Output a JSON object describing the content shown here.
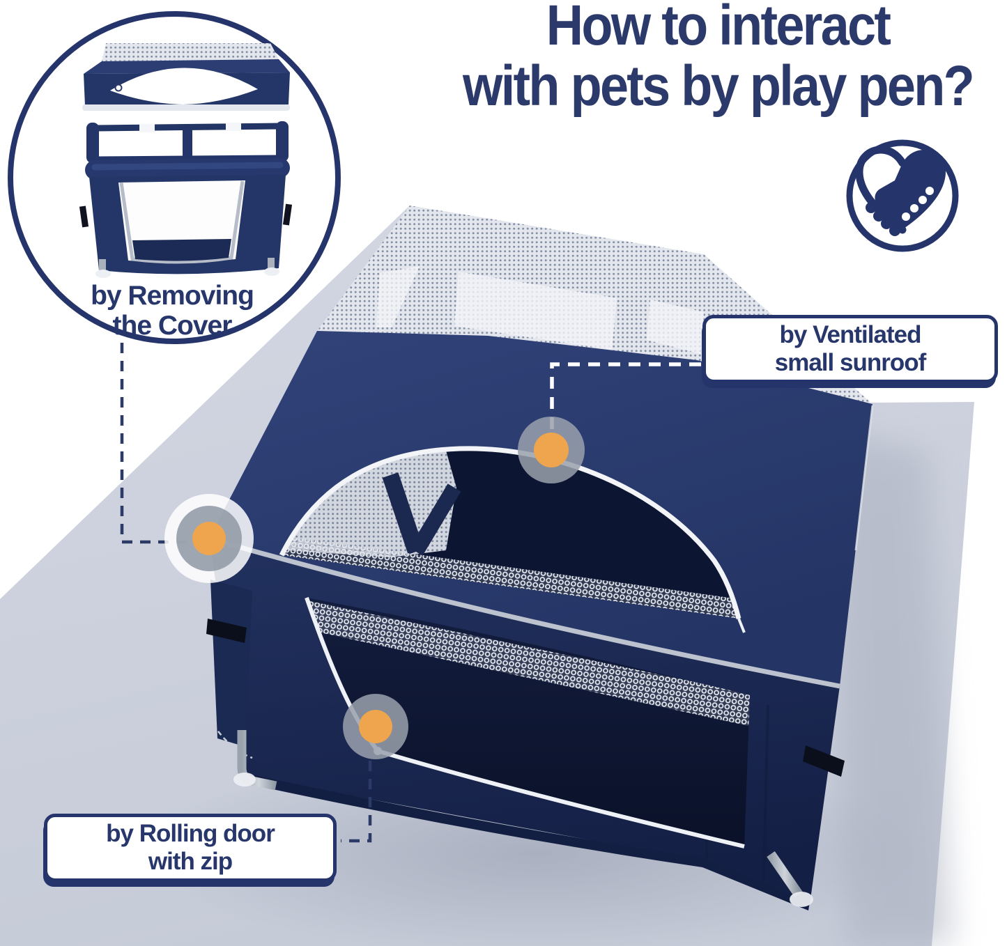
{
  "title": {
    "line1": "How to interact",
    "line2": "with pets by play pen?"
  },
  "inset": {
    "caption_line1": "by Removing",
    "caption_line2": "the Cover"
  },
  "callouts": {
    "sunroof": {
      "line1": "by Ventilated",
      "line2": "small sunroof"
    },
    "door": {
      "line1": "by Rolling door",
      "line2": "with zip"
    }
  },
  "icons": {
    "heart_handshake": "heart-handshake-icon"
  },
  "colors": {
    "navy_text": "#2b3a6a",
    "navy_outline": "#25356b",
    "cover_navy": "#2a3b6f",
    "wall_navy": "#1e2e59",
    "interior_navy": "#0d1731",
    "orange_marker": "#efa54d",
    "marker_ring_gray": "#949ca9",
    "background_gray": "#ccd1dd",
    "piping_silver": "#bcc3ce",
    "zipper_white": "#f2f4f8"
  }
}
